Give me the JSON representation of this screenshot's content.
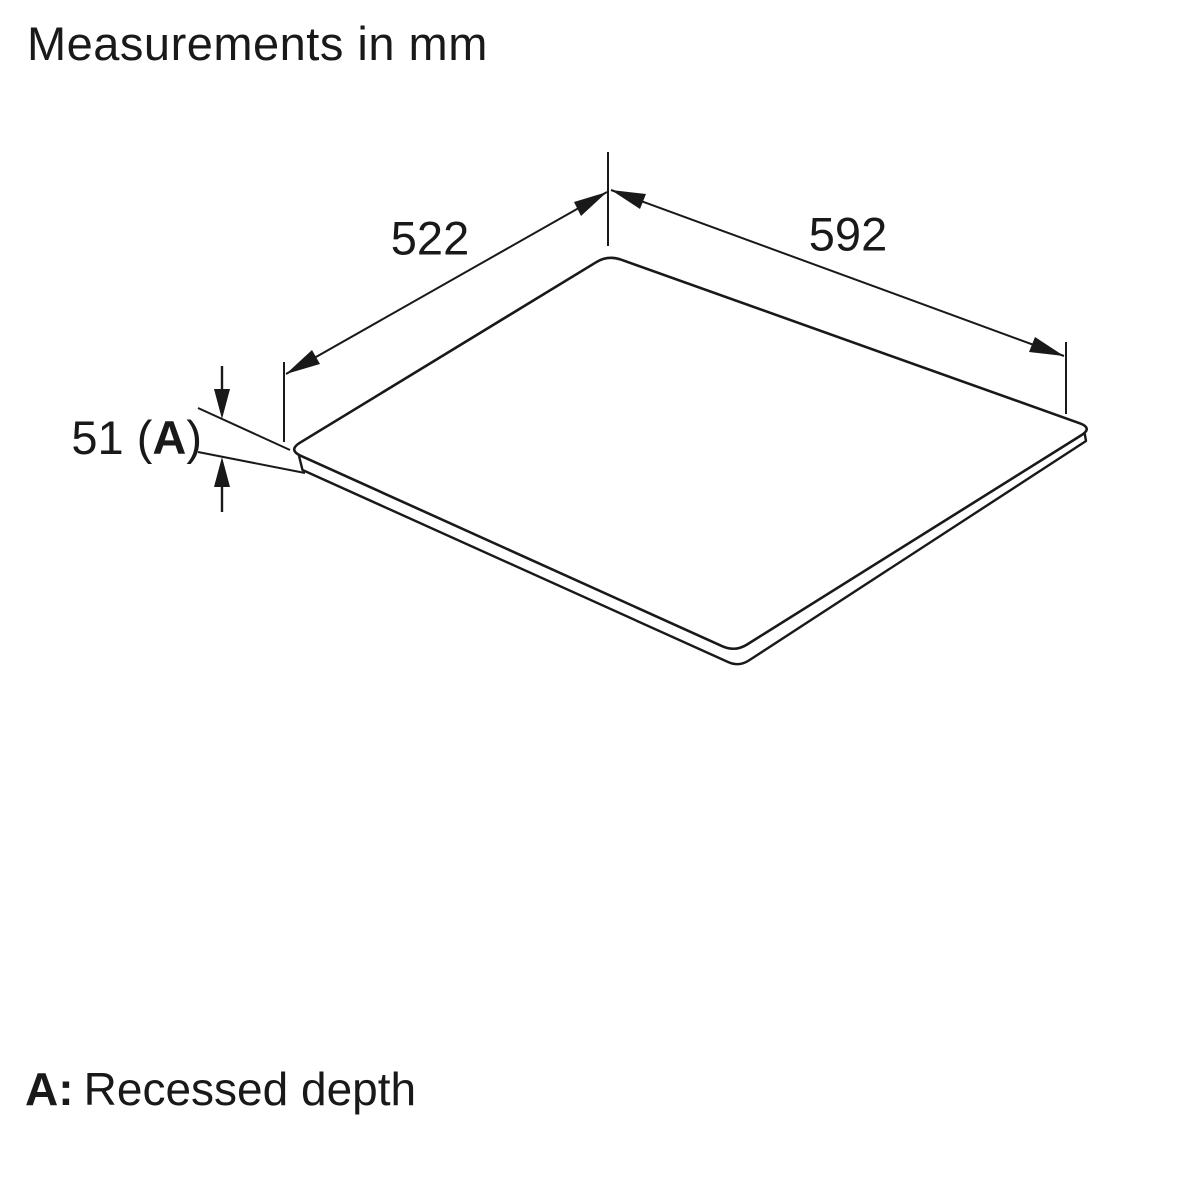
{
  "title": "Measurements in mm",
  "dims": {
    "depth": "522",
    "width": "592",
    "recess_prefix": "51 (",
    "recess_letter": "A",
    "recess_suffix": ")"
  },
  "footer": {
    "prefix": "A:",
    "text": "Recessed depth"
  },
  "colors": {
    "ink": "#191919",
    "background": "#ffffff"
  },
  "icons": {
    "arrowheads": "filled-triangle-dimension-arrows"
  }
}
